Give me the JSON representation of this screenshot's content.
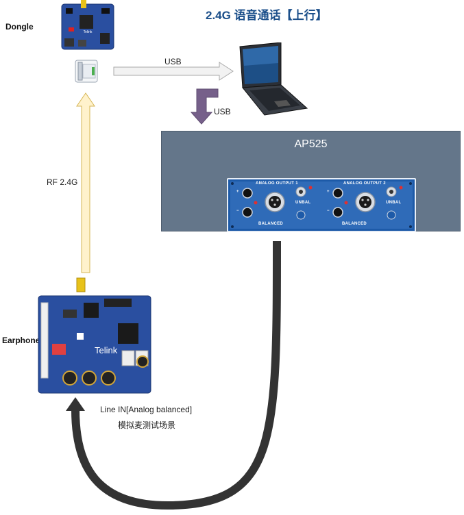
{
  "title": "2.4G 语音通话【上行】",
  "labels": {
    "dongle": "Dongle",
    "earphone": "Earphone",
    "usb_top": "USB",
    "usb_down": "USB",
    "rf": "RF 2.4G",
    "line_in": "Line IN[Analog balanced]",
    "line_in_sub": "模拟麦测试场景"
  },
  "ap525": {
    "title": "AP525",
    "output1": "ANALOG OUTPUT 1",
    "output2": "ANALOG OUTPUT 2",
    "balanced": "BALANCED",
    "unbal": "UNBAL",
    "plus": "+",
    "minus": "−"
  },
  "board": {
    "brand": "Telink"
  },
  "colors": {
    "title": "#1b4f8a",
    "ap_box": "#64768a",
    "usb_arrow_fill": "#f2f2f2",
    "usb_down_arrow": "#76608a",
    "rf_arrow_fill": "#fff2cc",
    "cable": "#333333",
    "board": "#2a4fa0"
  }
}
